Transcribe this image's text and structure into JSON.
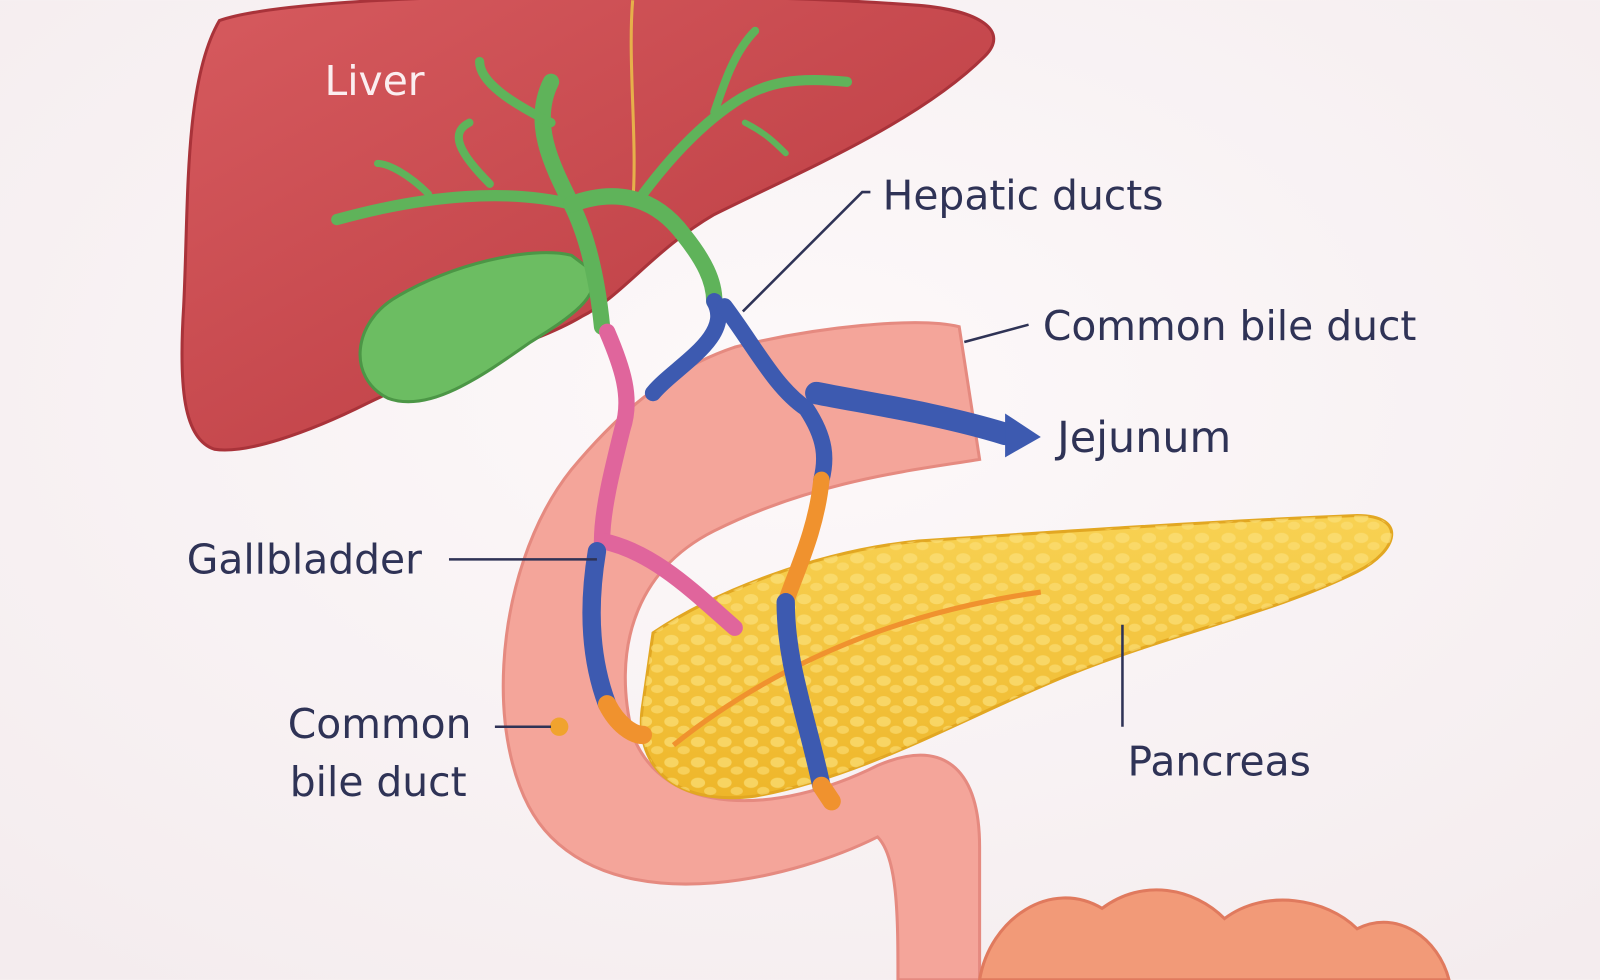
{
  "title": "Biliary and pancreatic anatomy",
  "labels": {
    "liver": "Liver",
    "hepatic_ducts": "Hepatic ducts",
    "common_bile_duct_right": "Common bile duct",
    "jejunum": "Jejunum",
    "gallbladder": "Gallbladder",
    "common_bile_duct_left_line1": "Common",
    "common_bile_duct_left_line2": "bile duct",
    "pancreas": "Pancreas"
  },
  "colors": {
    "background": "#f9f3f4",
    "liver": "#c9474d",
    "bile_ducts_green": "#5fb35a",
    "duct_blue": "#3d5ab0",
    "duct_pink": "#e0659c",
    "duct_orange": "#f0922e",
    "duodenum": "#f4a59a",
    "pancreas": "#f6c93e",
    "text": "#2f3356"
  }
}
